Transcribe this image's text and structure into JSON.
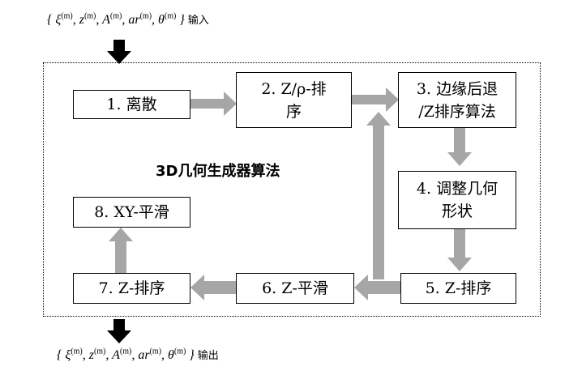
{
  "input_formula": "{ ξ(m), z(m), A(m), ar(m), θ(m) }",
  "input_label": "输入",
  "output_formula": "{ ξ(m), z(m), A(m), ar(m), θ(m) }",
  "output_label": "输出",
  "diagram_title": "3D几何生成器算法",
  "steps": [
    {
      "lines": [
        "1. 离散"
      ]
    },
    {
      "lines": [
        "2. Z/ρ-排",
        "序"
      ]
    },
    {
      "lines": [
        "3. 边缘后退",
        "/Z排序算法"
      ]
    },
    {
      "lines": [
        "4. 调整几何",
        "形状"
      ]
    },
    {
      "lines": [
        "5. Z-排序"
      ]
    },
    {
      "lines": [
        "6. Z-平滑"
      ]
    },
    {
      "lines": [
        "7. Z-排序"
      ]
    },
    {
      "lines": [
        "8. XY-平滑"
      ]
    }
  ],
  "colors": {
    "arrow_gray": "#a6a6a6",
    "arrow_black": "#000000",
    "border": "#000000"
  }
}
